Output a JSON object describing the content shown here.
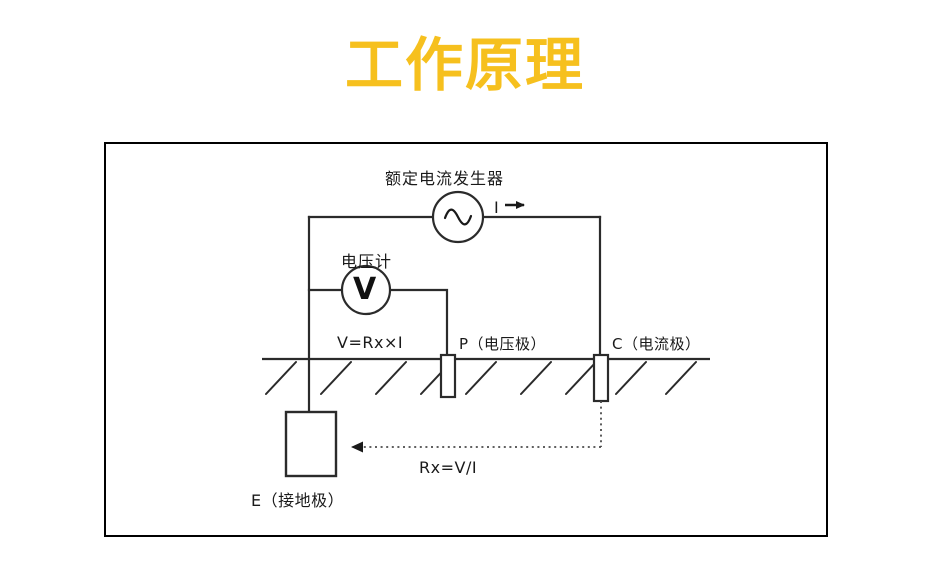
{
  "page": {
    "title": "工作原理",
    "title_color": "#F6C01E",
    "background_color": "#FFFFFF"
  },
  "diagram": {
    "name": "earth-resistance-measurement-circuit",
    "frame_border_color": "#000000",
    "line_color": "#1A1A1A",
    "labels": {
      "generator": "额定电流发生器",
      "voltmeter": "电压计",
      "current_arrow": "I",
      "voltmeter_symbol": "V",
      "formula_voltage": "V=Rx×I",
      "p_electrode": "P（电压极）",
      "c_electrode": "C（电流极）",
      "e_electrode": "E（接地极）",
      "formula_resistance": "Rx=V/I"
    },
    "components": [
      {
        "id": "ac-source",
        "type": "ac-generator",
        "label": "额定电流发生器"
      },
      {
        "id": "voltmeter",
        "type": "voltmeter",
        "label": "电压计",
        "symbol": "V"
      },
      {
        "id": "p-rod",
        "type": "electrode-rod",
        "label": "P（电压极）"
      },
      {
        "id": "c-rod",
        "type": "electrode-rod",
        "label": "C（电流极）"
      },
      {
        "id": "e-box",
        "type": "ground-electrode",
        "label": "E（接地极）"
      },
      {
        "id": "ground-line",
        "type": "earth-surface-hatch"
      },
      {
        "id": "rx-dotted-link",
        "type": "dotted-arrow",
        "label": "Rx=V/I"
      }
    ]
  }
}
